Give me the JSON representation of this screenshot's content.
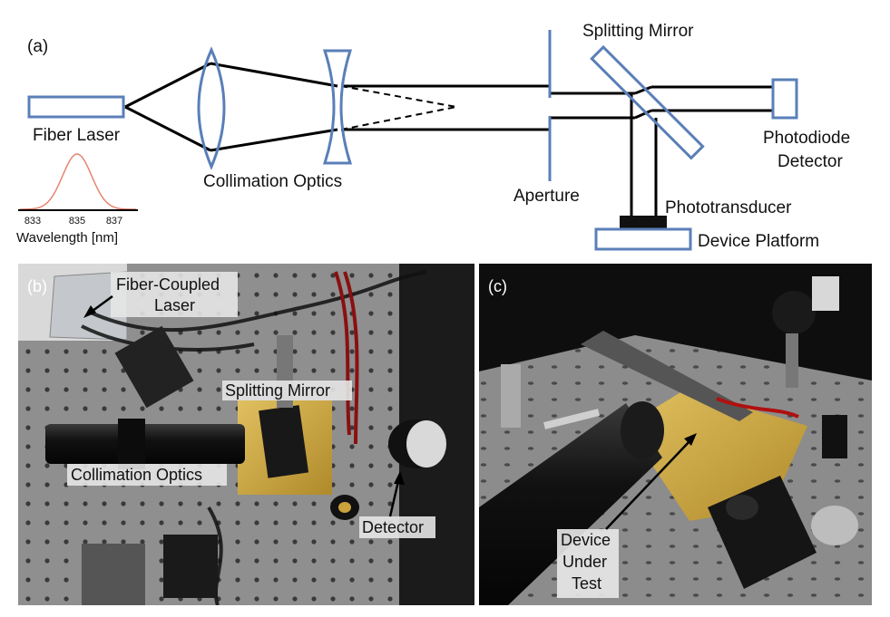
{
  "panel_a": {
    "tag": "(a)",
    "labels": {
      "fiber_laser": "Fiber Laser",
      "collimation_optics": "Collimation Optics",
      "splitting_mirror": "Splitting Mirror",
      "aperture": "Aperture",
      "photodiode_line1": "Photodiode",
      "photodiode_line2": "Detector",
      "phototransducer": "Phototransducer",
      "device_platform": "Device Platform"
    },
    "spectrum": {
      "ticks": [
        "833",
        "835",
        "837"
      ],
      "xlabel": "Wavelength [nm]",
      "curve_color": "#e8846f"
    }
  },
  "panel_b": {
    "tag": "(b)",
    "labels": {
      "fiber_coupled_line1": "Fiber-Coupled",
      "fiber_coupled_line2": "Laser",
      "splitting_mirror": "Splitting Mirror",
      "collimation_optics": "Collimation Optics",
      "detector": "Detector"
    }
  },
  "panel_c": {
    "tag": "(c)",
    "labels": {
      "dut_line1": "Device",
      "dut_line2": "Under",
      "dut_line3": "Test"
    }
  },
  "colors": {
    "optic_blue": "#5a7fb8",
    "beam": "#000000",
    "brass": "#c9a23a",
    "table": "#9a9a9a"
  }
}
